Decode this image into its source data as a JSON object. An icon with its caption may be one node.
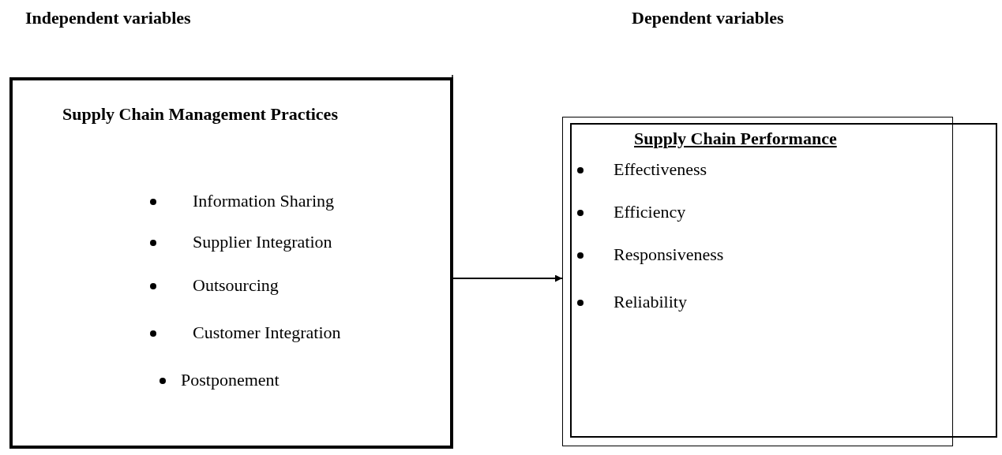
{
  "diagram": {
    "nodes": [
      {
        "text": [
          "Supply Chain Management Practices",
          "Information Sharing",
          "Supplier Integration",
          "Outsourcing",
          "Customer Integration",
          "Postponement"
        ]
      },
      {
        "text": [
          "Supply Chain Performance",
          "Effectiveness",
          "Efficiency",
          "Responsiveness",
          "Reliability"
        ]
      }
    ],
    "edges": [
      {
        "from": 0,
        "to": 1,
        "arrow": "to"
      }
    ],
    "labels": [
      "Independent variables",
      "Dependent variables"
    ]
  }
}
